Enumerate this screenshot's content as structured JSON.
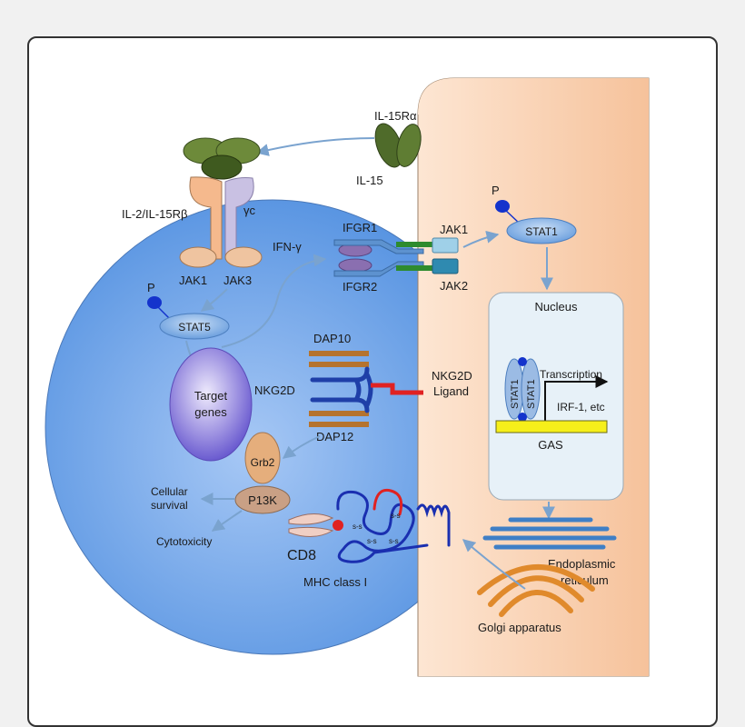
{
  "diagram": {
    "labels": {
      "il15ra": "IL-15Rα",
      "il15": "IL-15",
      "il2_il15rb": "IL-2/IL-15Rβ",
      "gamma_c": "γc",
      "jak1_left": "JAK1",
      "jak3": "JAK3",
      "p_left": "P",
      "stat5": "STAT5",
      "target_genes_1": "Target",
      "target_genes_2": "genes",
      "ifn_gamma": "IFN-γ",
      "ifgr1": "IFGR1",
      "ifgr2": "IFGR2",
      "jak1_right": "JAK1",
      "jak2": "JAK2",
      "p_right": "P",
      "stat1": "STAT1",
      "nucleus": "Nucleus",
      "dap10": "DAP10",
      "nkg2d": "NKG2D",
      "dap12": "DAP12",
      "nkg2d_ligand_1": "NKG2D",
      "nkg2d_ligand_2": "Ligand",
      "stat1_a": "STAT1",
      "stat1_b": "STAT1",
      "transcription": "Transcription",
      "irf1": "IRF-1, etc",
      "gas": "GAS",
      "grb2": "Grb2",
      "p13k": "P13K",
      "cellular_survival_1": "Cellular",
      "cellular_survival_2": "survival",
      "cytotoxicity": "Cytotoxicity",
      "cd8": "CD8",
      "mhc_class_i": "MHC class I",
      "er_1": "Endoplasmic",
      "er_2": "reticulum",
      "golgi": "Golgi apparatus",
      "ss_1": "s-s",
      "ss_2": "s-s",
      "ss_3": "s-s",
      "ss_4": "s-s"
    },
    "colors": {
      "nk_cell": "#5b97e2",
      "target_cell": "#f8cfae",
      "nucleus": "#e7f1f8",
      "arrow": "#7aa3cf",
      "il15": "#4f6b2a",
      "gas": "#f6ef1a",
      "dap_bar": "#b5732e",
      "nkg2d": "#1f3fa8",
      "ligand": "#e02222",
      "er": "#3f7fc6",
      "golgi": "#e08a2c",
      "grb2": "#e5ae7c",
      "p13k": "#c9a085",
      "phosphate": "#1433cc"
    }
  }
}
